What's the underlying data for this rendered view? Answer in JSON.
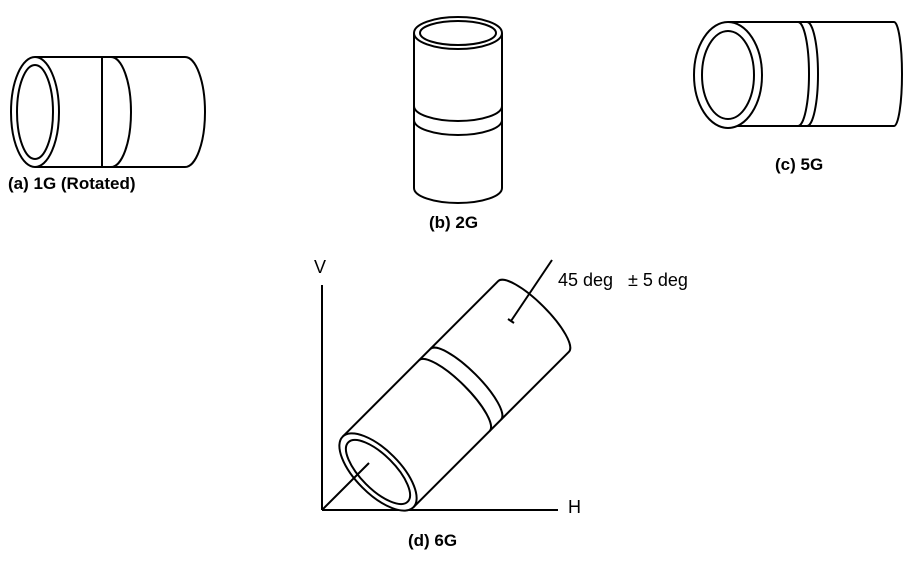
{
  "figures": {
    "a": {
      "caption": "(a) 1G (Rotated)"
    },
    "b": {
      "caption": "(b) 2G"
    },
    "c": {
      "caption": "(c) 5G"
    },
    "d": {
      "caption": "(d) 6G",
      "vertical_axis_label": "V",
      "horizontal_axis_label": "H",
      "angle_label": "45 deg",
      "tolerance_label": "± 5 deg"
    }
  }
}
